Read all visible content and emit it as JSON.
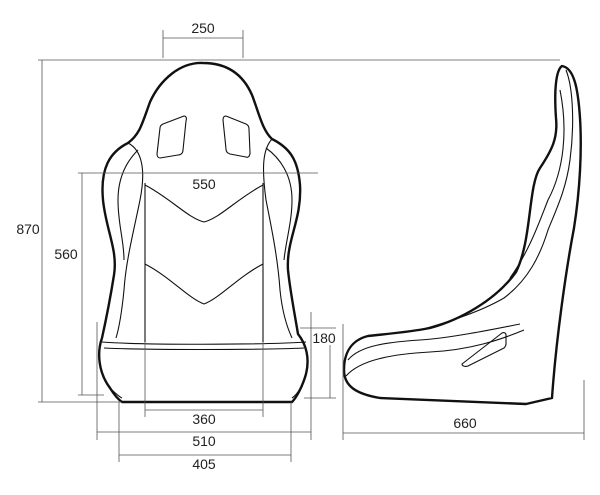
{
  "diagram": {
    "dimensions": {
      "head_width": "250",
      "total_height": "870",
      "shoulder_width": "550",
      "back_height": "560",
      "bolster_height": "180",
      "inner_width": "360",
      "outer_width": "510",
      "base_width": "405",
      "depth": "660"
    },
    "colors": {
      "line": "#111111",
      "dimension_line": "#555555",
      "text": "#222222",
      "background": "#ffffff"
    }
  }
}
